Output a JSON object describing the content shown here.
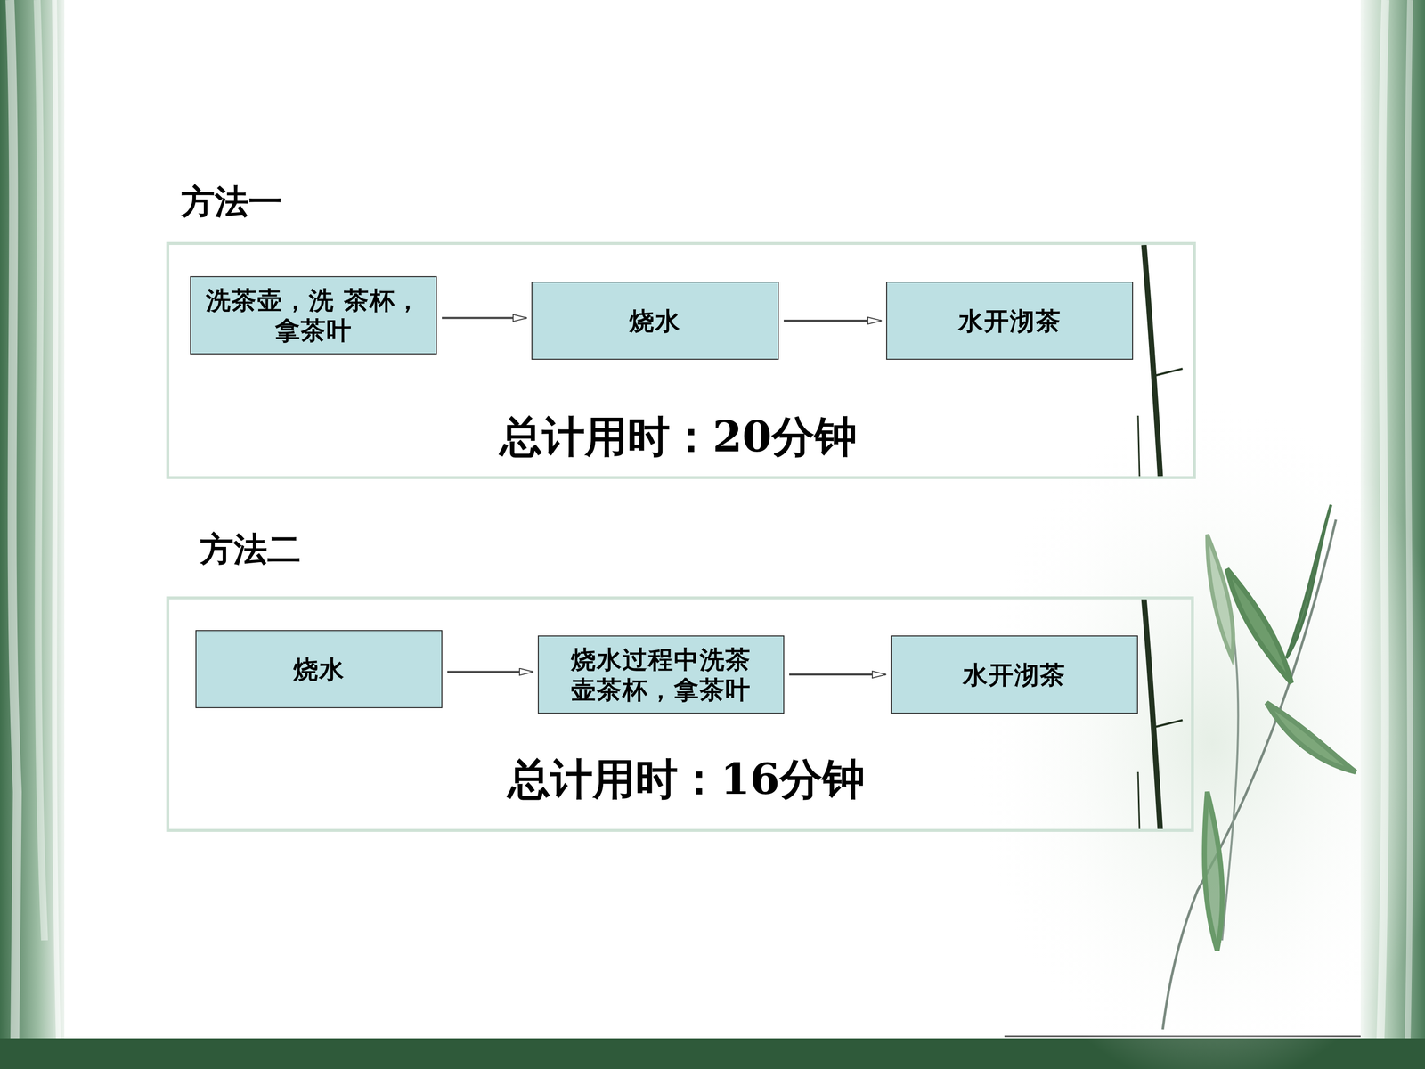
{
  "diagram": {
    "nodes": [
      {
        "text": [
          "方法一",
          "总计用时：20分钟"
        ]
      },
      {
        "text": [
          "洗茶壶，洗 茶杯，拿茶叶"
        ],
        "in": 0
      },
      {
        "text": [
          "烧水"
        ],
        "in": 0
      },
      {
        "text": [
          "水开沏茶"
        ],
        "in": 0
      },
      {
        "text": [
          "方法二",
          "总计用时：16分钟"
        ]
      },
      {
        "text": [
          "烧水"
        ],
        "in": 4
      },
      {
        "text": [
          "烧水过程中洗茶 壶茶杯，拿茶叶"
        ],
        "in": 4
      },
      {
        "text": [
          "水开沏茶"
        ],
        "in": 4
      }
    ],
    "edges": [
      {
        "from": 1,
        "to": 2,
        "arrow": "to"
      },
      {
        "from": 2,
        "to": 3,
        "arrow": "to"
      },
      {
        "from": 5,
        "to": 6,
        "arrow": "to"
      },
      {
        "from": 6,
        "to": 7,
        "arrow": "to"
      }
    ]
  }
}
